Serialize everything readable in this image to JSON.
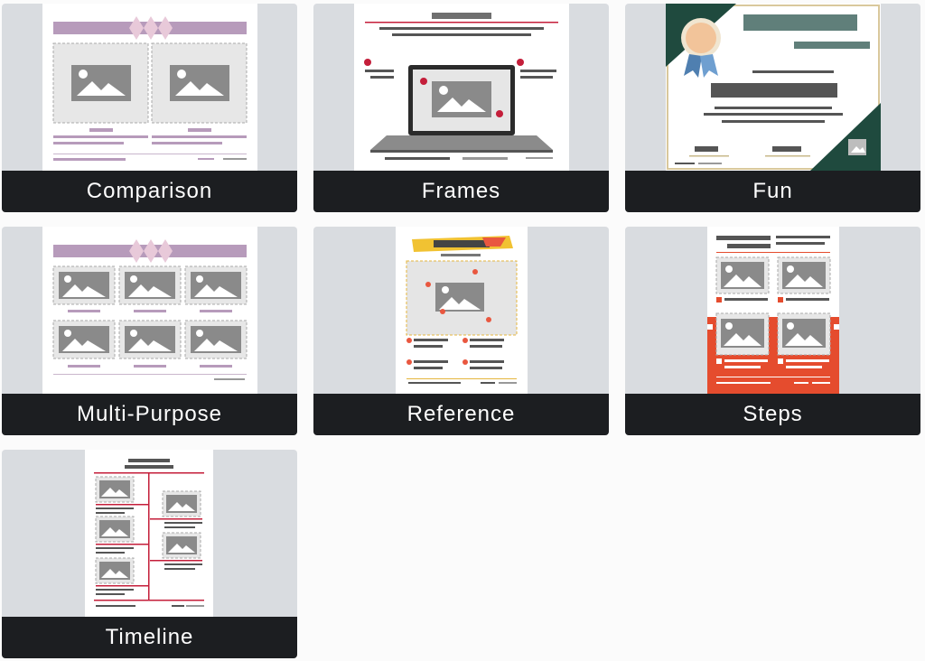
{
  "templates": [
    {
      "label": "Comparison"
    },
    {
      "label": "Frames"
    },
    {
      "label": "Fun"
    },
    {
      "label": "Multi-Purpose"
    },
    {
      "label": "Reference"
    },
    {
      "label": "Steps"
    },
    {
      "label": "Timeline"
    }
  ],
  "colors": {
    "page_bg": "#fbfbfb",
    "card_bg": "#d9dce0",
    "label_bg": "#1c1e21",
    "label_text": "#ffffff",
    "accent_purple": "#b79bbb",
    "accent_red": "#c41e3a",
    "accent_orange": "#e54c2e",
    "accent_green": "#1f4a3e",
    "accent_yellow": "#f1c232"
  }
}
